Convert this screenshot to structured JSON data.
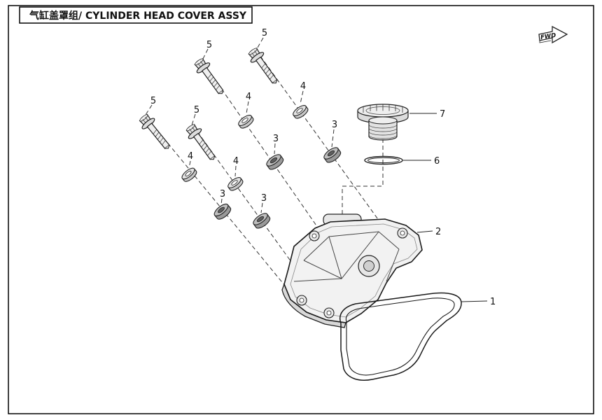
{
  "page": {
    "title": "气缸盖罩组/ CYLINDER HEAD COVER ASSY",
    "fwd_label": "FWD"
  },
  "callouts": [
    "5",
    "5",
    "5",
    "5",
    "4",
    "4",
    "4",
    "4",
    "3",
    "3",
    "3",
    "3",
    "7",
    "6",
    "2",
    "1"
  ]
}
